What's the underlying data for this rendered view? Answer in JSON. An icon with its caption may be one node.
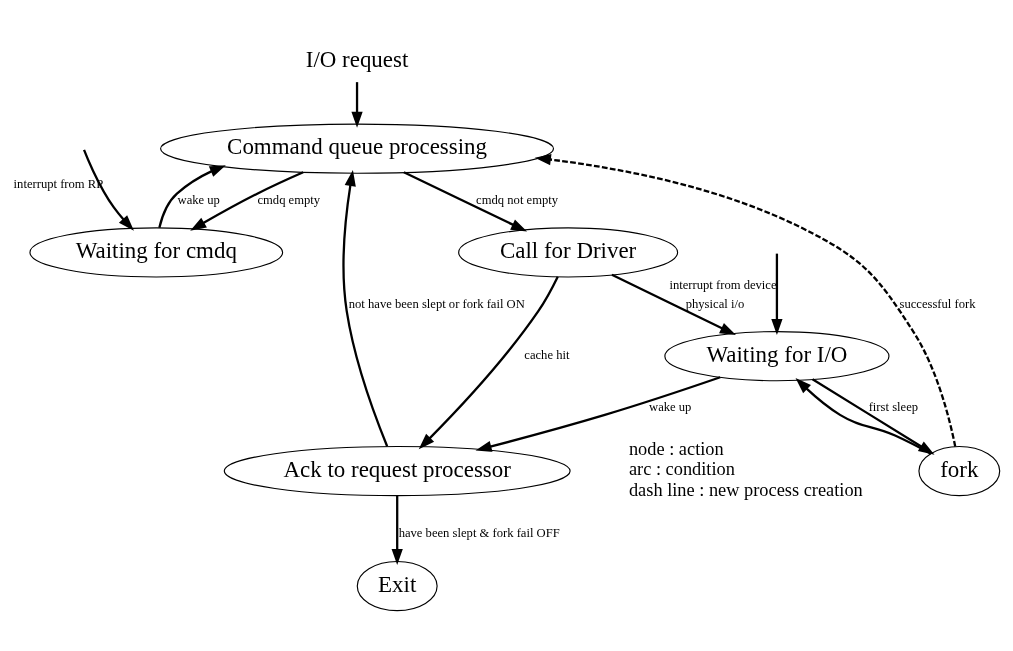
{
  "diagram": {
    "nodes": [
      {
        "text": [
          "I/O request"
        ]
      },
      {
        "text": [
          "Command queue processing"
        ]
      },
      {
        "text": [
          "Waiting for cmdq"
        ]
      },
      {
        "text": [
          "Call for Driver"
        ]
      },
      {
        "text": [
          "fork"
        ]
      },
      {
        "text": [
          "Ack to request processor"
        ]
      },
      {
        "text": [
          "Waiting for I/O"
        ]
      },
      {
        "text": [
          "Exit"
        ]
      }
    ],
    "edges": [
      {
        "from": 0,
        "to": 1,
        "arrow": "to"
      },
      {
        "from": 1,
        "to": 2,
        "arrow": "to",
        "label": "cmdq empty"
      },
      {
        "from": 2,
        "to": 1,
        "arrow": "to",
        "label": "wake up"
      },
      {
        "from": null,
        "to": 2,
        "arrow": "to",
        "label": "interrupt from RP"
      },
      {
        "from": 1,
        "to": 3,
        "arrow": "to",
        "label": "cmdq not empty"
      },
      {
        "from": 5,
        "to": 1,
        "arrow": "to",
        "label": "not have been slept or fork fail ON"
      },
      {
        "from": 4,
        "to": 1,
        "arrow": "to",
        "label": "successful fork",
        "style": "dashed"
      },
      {
        "from": 3,
        "to": 5,
        "arrow": "to",
        "label": "cache hit"
      },
      {
        "from": 3,
        "to": 6,
        "arrow": "to",
        "label": "physical i/o"
      },
      {
        "from": 6,
        "to": 4,
        "arrow": "to",
        "label": "first sleep"
      },
      {
        "from": 4,
        "to": 6,
        "arrow": "to"
      },
      {
        "from": 6,
        "to": 5,
        "arrow": "to",
        "label": "wake up"
      },
      {
        "from": null,
        "to": 6,
        "arrow": "to",
        "label": "interrupt from device"
      },
      {
        "from": 5,
        "to": 7,
        "arrow": "to",
        "label": "have been slept & fork fail OFF"
      }
    ],
    "labels": [
      "node : action",
      "arc : condition",
      "dash line : new process creation"
    ]
  }
}
